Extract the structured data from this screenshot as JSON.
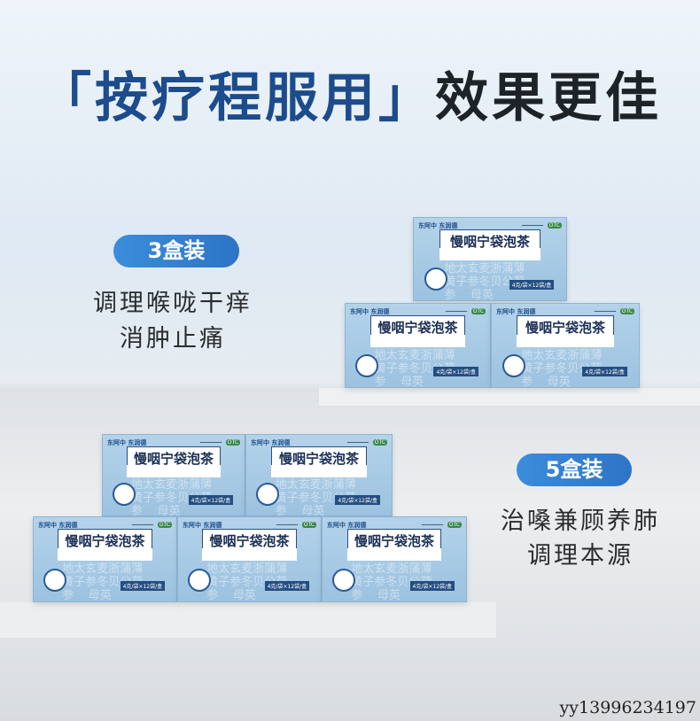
{
  "headline": {
    "highlight": "「按疗程服用」",
    "rest": "效果更佳"
  },
  "pack3": {
    "label": "3盒装",
    "lines": [
      "调理喉咙干痒",
      "消肿止痛"
    ]
  },
  "pack5": {
    "label": "5盒装",
    "lines": [
      "治嗓兼顾养肺",
      "调理本源"
    ]
  },
  "product": {
    "brand": "东阿中 东润德",
    "name": "慢咽宁袋泡茶",
    "otc": "OTC",
    "herbs": "地太玄麦浙蒲薄\n黄子参冬贝公荷\n参    母英",
    "spec": "4克/袋×12袋/盒"
  },
  "watermark": "yy13996234197",
  "colors": {
    "accent": "#2f7fd0",
    "headline_blue": "#1c4c8c",
    "box": "#a8cbe6"
  }
}
